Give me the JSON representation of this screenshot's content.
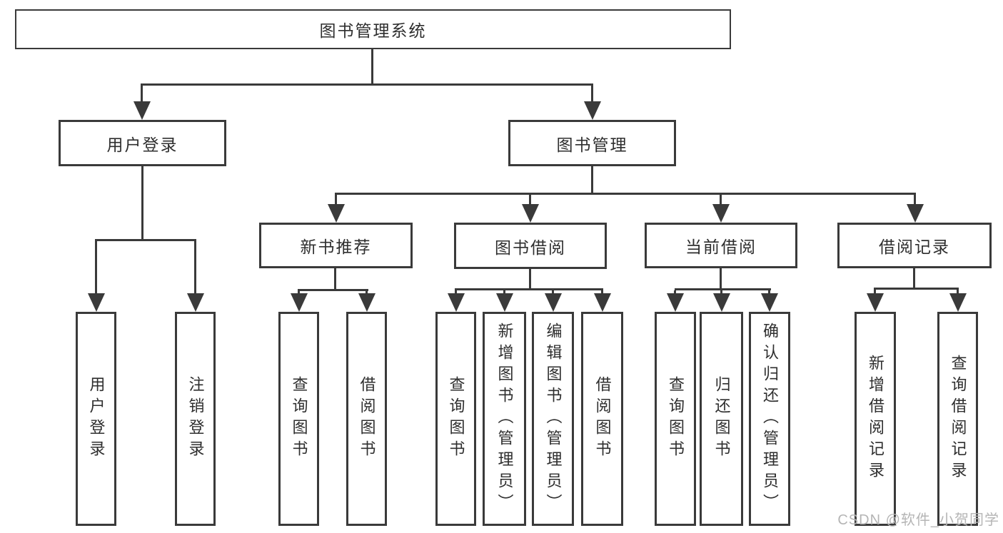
{
  "diagram": {
    "title": "图书管理系统",
    "branches": {
      "user_login": {
        "label": "用户登录",
        "children": [
          "用户登录",
          "注销登录"
        ]
      },
      "book_mgmt": {
        "label": "图书管理",
        "groups": [
          {
            "label": "新书推荐",
            "children": [
              "查询图书",
              "借阅图书"
            ]
          },
          {
            "label": "图书借阅",
            "children": [
              "查询图书",
              "新增图书（管理员）",
              "编辑图书（管理员）",
              "借阅图书"
            ]
          },
          {
            "label": "当前借阅",
            "children": [
              "查询图书",
              "归还图书",
              "确认归还（管理员）"
            ]
          },
          {
            "label": "借阅记录",
            "children": [
              "新增借阅记录",
              "查询借阅记录"
            ]
          }
        ]
      }
    }
  },
  "watermark": "CSDN @软件_小贺同学",
  "colors": {
    "line": "#3a3a3a",
    "text": "#2e2e2e",
    "bg": "#ffffff",
    "wm": "#b5b5b5"
  }
}
